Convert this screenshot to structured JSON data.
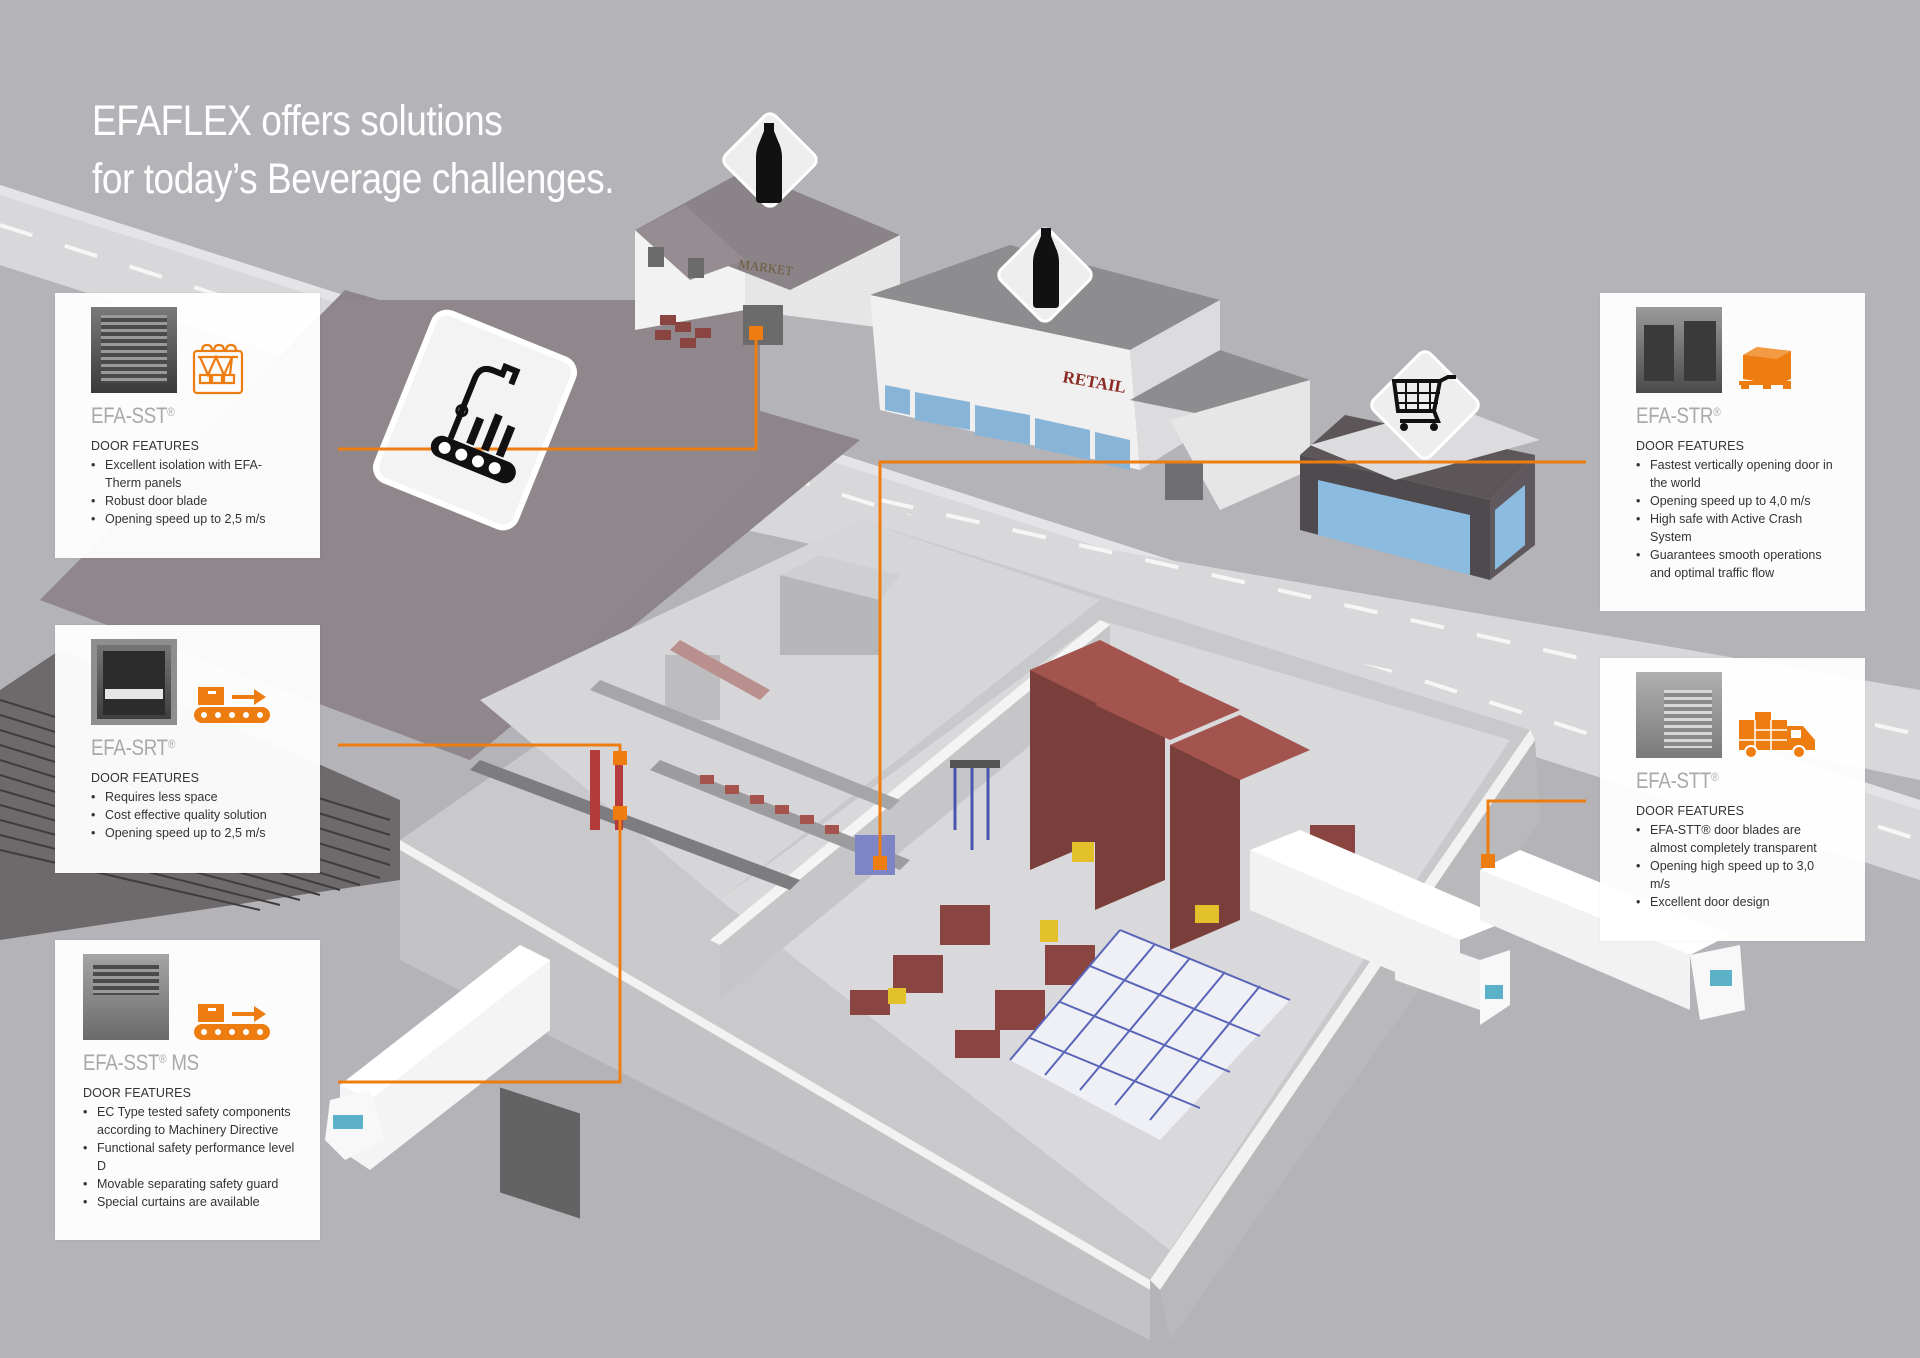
{
  "headline": {
    "line1": "EFAFLEX offers solutions",
    "line2": "for today’s Beverage challenges."
  },
  "colors": {
    "accent": "#ee7d11",
    "background": "#b4b3b8",
    "model_text": "#a9a9a9",
    "body_text": "#333333"
  },
  "scene": {
    "buildings": [
      {
        "sign": "MARKET",
        "icon": "bottle-icon"
      },
      {
        "sign": "RETAIL",
        "icon": "bottle-icon"
      },
      {
        "sign": "",
        "icon": "shopping-cart-icon"
      }
    ],
    "production_sign_icon": "bottling-conveyor-icon"
  },
  "panels": [
    {
      "id": "efa-sst",
      "model": "EFA-SST",
      "reg": "®",
      "suffix": "",
      "icon": "bottle-crate-icon",
      "features_heading": "DOOR FEATURES",
      "features": [
        "Excellent isolation with EFA-Therm panels",
        "Robust door blade",
        "Opening speed up to 2,5 m/s"
      ]
    },
    {
      "id": "efa-srt",
      "model": "EFA-SRT",
      "reg": "®",
      "suffix": "",
      "icon": "conveyor-box-icon",
      "features_heading": "DOOR FEATURES",
      "features": [
        "Requires less space",
        "Cost effective quality solution",
        "Opening speed up to 2,5 m/s"
      ]
    },
    {
      "id": "efa-sst-ms",
      "model": "EFA-SST",
      "reg": "®",
      "suffix": " MS",
      "icon": "conveyor-box-icon",
      "features_heading": "DOOR FEATURES",
      "features": [
        "EC Type tested safety components according to Machinery Directive",
        "Functional safety performance level D",
        "Movable separating safety guard",
        "Special curtains are available"
      ]
    },
    {
      "id": "efa-str",
      "model": "EFA-STR",
      "reg": "®",
      "suffix": "",
      "icon": "pallet-box-icon",
      "features_heading": "DOOR FEATURES",
      "features": [
        "Fastest vertically opening door in the world",
        "Opening speed up to 4,0 m/s",
        "High safe with Active Crash System",
        "Guarantees smooth operations and optimal traffic flow"
      ]
    },
    {
      "id": "efa-stt",
      "model": "EFA-STT",
      "reg": "®",
      "suffix": "",
      "icon": "delivery-truck-icon",
      "features_heading": "DOOR FEATURES",
      "features": [
        "EFA-STT® door blades are almost completely transparent",
        "Opening high speed up to 3,0 m/s",
        "Excellent door design"
      ]
    }
  ]
}
